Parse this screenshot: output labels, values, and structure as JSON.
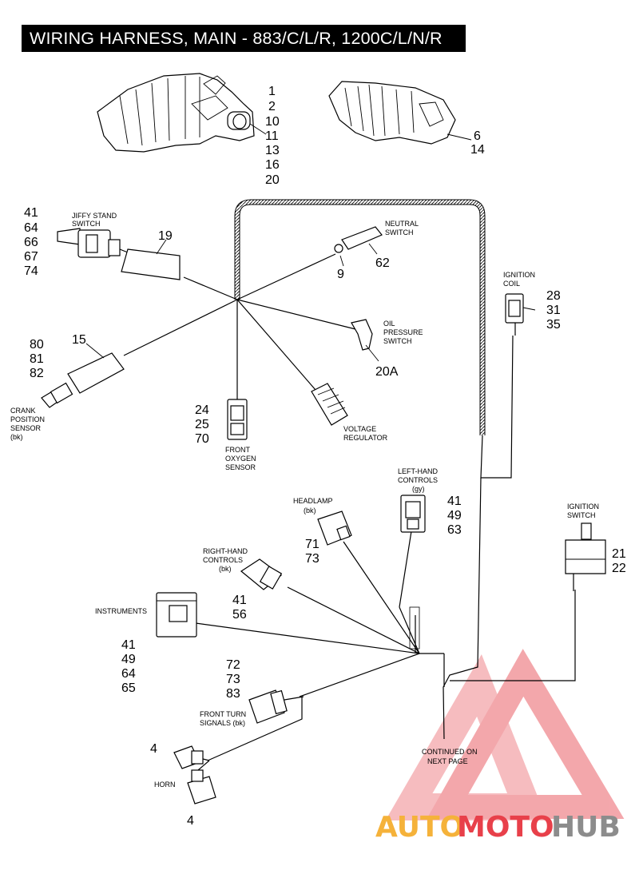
{
  "title": "WIRING HARNESS, MAIN - 883/C/L/R, 1200C/L/N/R",
  "callouts": {
    "top_left_group": [
      "1",
      "2",
      "10",
      "11",
      "13",
      "16",
      "20"
    ],
    "top_right_group": [
      "6",
      "14"
    ],
    "jiffy_group": [
      "41",
      "64",
      "66",
      "67",
      "74"
    ],
    "item_19": "19",
    "item_9": "9",
    "item_62": "62",
    "ignition_coil_group": [
      "28",
      "31",
      "35"
    ],
    "crank_group": [
      "80",
      "81",
      "82"
    ],
    "item_15": "15",
    "item_20a": "20A",
    "oxygen_group": [
      "24",
      "25",
      "70"
    ],
    "left_controls_group": [
      "41",
      "49",
      "63"
    ],
    "headlamp_group": [
      "71",
      "73"
    ],
    "ignition_switch_group": [
      "21",
      "22"
    ],
    "right_controls_group": [
      "41",
      "56"
    ],
    "instruments_group": [
      "41",
      "49",
      "64",
      "65"
    ],
    "turn_group": [
      "72",
      "73",
      "83"
    ],
    "horn_top": "4",
    "horn_bottom": "4"
  },
  "labels": {
    "jiffy_stand": [
      "JIFFY STAND",
      "SWITCH"
    ],
    "neutral_switch": [
      "NEUTRAL",
      "SWITCH"
    ],
    "ignition_coil": [
      "IGNITION",
      "COIL"
    ],
    "oil_pressure": [
      "OIL",
      "PRESSURE",
      "SWITCH"
    ],
    "crank_sensor": [
      "CRANK",
      "POSITION",
      "SENSOR",
      "(bk)"
    ],
    "voltage_regulator": [
      "VOLTAGE",
      "REGULATOR"
    ],
    "front_oxygen": [
      "FRONT",
      "OXYGEN",
      "SENSOR"
    ],
    "left_controls": [
      "LEFT-HAND",
      "CONTROLS",
      "(gy)"
    ],
    "headlamp": [
      "HEADLAMP",
      "(bk)"
    ],
    "ignition_switch": [
      "IGNITION",
      "SWITCH"
    ],
    "right_controls": [
      "RIGHT-HAND",
      "CONTROLS",
      "(bk)"
    ],
    "instruments": [
      "INSTRUMENTS"
    ],
    "front_turn": [
      "FRONT TURN",
      "SIGNALS (bk)"
    ],
    "horn": [
      "HORN"
    ],
    "continued": [
      "CONTINUED ON",
      "NEXT PAGE"
    ]
  },
  "watermark": {
    "text_a": "AUTO",
    "text_b": "MOTO",
    "text_c": "HUB",
    "color_orange": "#f5b23a",
    "color_red": "#e8404a",
    "color_gray": "#8c8c8c"
  }
}
